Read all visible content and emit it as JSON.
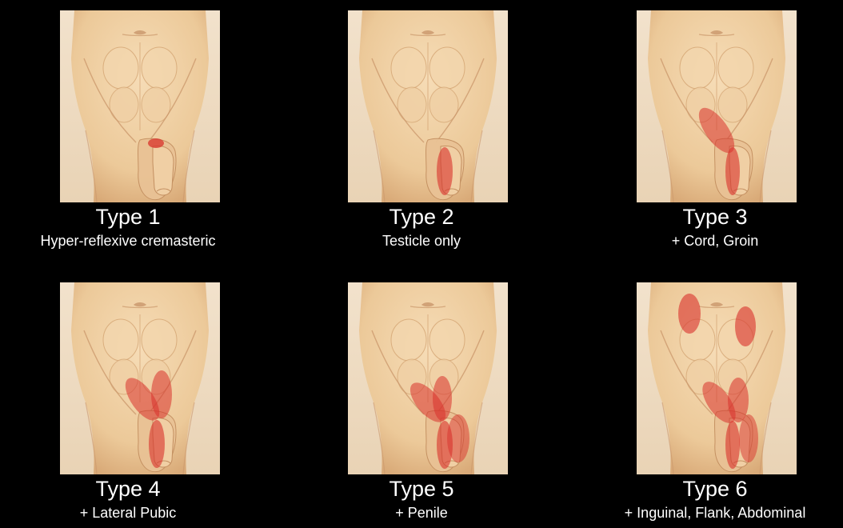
{
  "panels": [
    {
      "title": "Type 1",
      "subtitle": "Hyper-reflexive cremasteric"
    },
    {
      "title": "Type 2",
      "subtitle": "Testicle only"
    },
    {
      "title": "Type 3",
      "subtitle": "+ Cord, Groin"
    },
    {
      "title": "Type 4",
      "subtitle": "+ Lateral Pubic"
    },
    {
      "title": "Type 5",
      "subtitle": "+ Penile"
    },
    {
      "title": "Type 6",
      "subtitle": "+ Inguinal, Flank, Abdominal"
    }
  ],
  "colors": {
    "background": "#000000",
    "skin": "#efcfa3",
    "skin_shadow": "#d9aa78",
    "pain_region": "#d8312b",
    "text": "#ffffff"
  },
  "illustration_subject": "lower-abdomen-groin-anatomy-illustration"
}
